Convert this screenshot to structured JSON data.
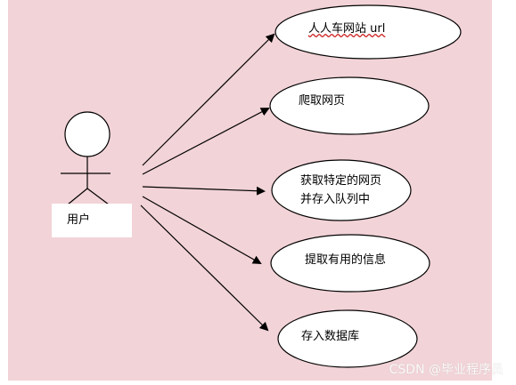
{
  "actor": {
    "label": "用户"
  },
  "use_cases": [
    {
      "id": "uc1",
      "label": "人人车网站 url"
    },
    {
      "id": "uc2",
      "label": "爬取网页"
    },
    {
      "id": "uc3",
      "label_line1": "获取特定的网页",
      "label_line2": "并存入队列中"
    },
    {
      "id": "uc4",
      "label": "提取有用的信息"
    },
    {
      "id": "uc5",
      "label": "存入数据库"
    }
  ],
  "watermark": "CSDN @毕业程序员"
}
